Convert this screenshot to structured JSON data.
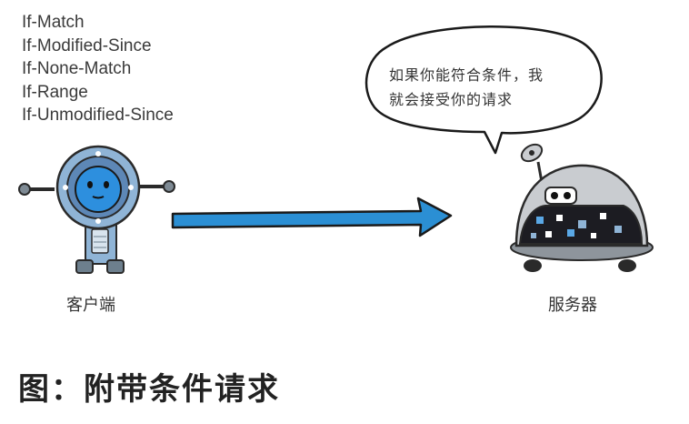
{
  "request_headers": [
    "If-Match",
    "If-Modified-Since",
    "If-None-Match",
    "If-Range",
    "If-Unmodified-Since"
  ],
  "client": {
    "label": "客户端"
  },
  "server": {
    "label": "服务器",
    "speech_lines": [
      "如果你能符合条件，我",
      "就会接受你的请求"
    ]
  },
  "caption": "图：附带条件请求",
  "colors": {
    "arrow": "#2b8fd4",
    "robot_blue": "#8fb4d6",
    "robot_dark": "#6d7f8d",
    "server_body": "#c9ccd0",
    "server_screen": "#1c1c22"
  }
}
